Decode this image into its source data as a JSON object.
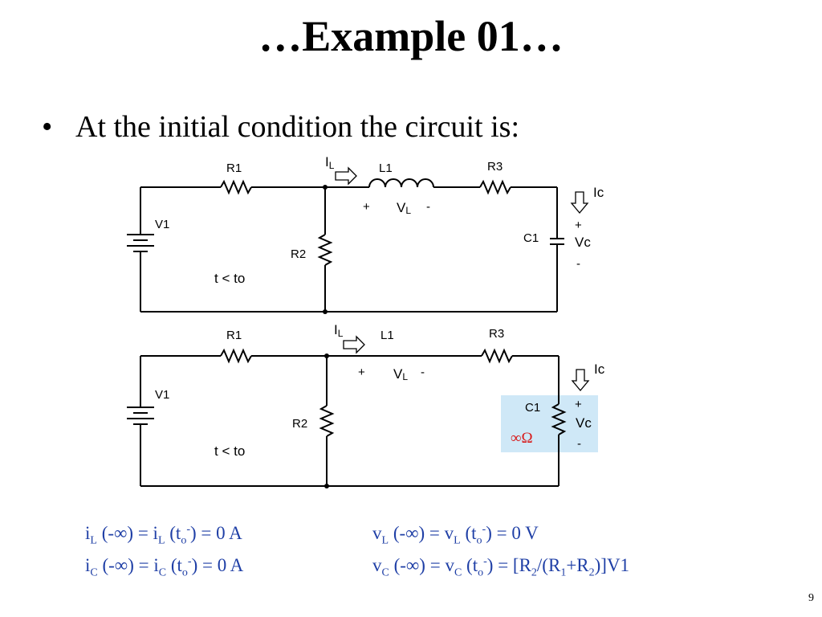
{
  "slide": {
    "title": "…Example 01…",
    "bullet": "At the initial condition the circuit is:",
    "page_number": "9"
  },
  "circuit1": {
    "r1": "R1",
    "il": "I",
    "il_sub": "L",
    "l1": "L1",
    "r3": "R3",
    "ic": "Ic",
    "v1": "V1",
    "r2": "R2",
    "c1": "C1",
    "vc": "Vc",
    "plus_l": "+",
    "vl": "V",
    "vl_sub": "L",
    "minus_l": "-",
    "plus_c": "+",
    "minus_c": "-",
    "time": "t < to"
  },
  "circuit2": {
    "r1": "R1",
    "il": "I",
    "il_sub": "L",
    "l1": "L1",
    "r3": "R3",
    "ic": "Ic",
    "v1": "V1",
    "r2": "R2",
    "c1": "C1",
    "vc": "Vc",
    "plus_l": "+",
    "vl": "V",
    "vl_sub": "L",
    "minus_l": "-",
    "plus_c": "+",
    "minus_c": "-",
    "time": "t < to",
    "infinite_ohm": "∞Ω"
  },
  "equations": {
    "iL": {
      "a": "i",
      "a_sub": "L",
      "b": " (-∞) = i",
      "b_sub": "L",
      "c": " (t",
      "c_sub": "o",
      "c_sup": "-",
      "d": ") = 0 A"
    },
    "iC": {
      "a": "i",
      "a_sub": "C",
      "b": " (-∞) = i",
      "b_sub": "C",
      "c": " (t",
      "c_sub": "o",
      "c_sup": "-",
      "d": ") = 0 A"
    },
    "vL": {
      "a": "v",
      "a_sub": "L",
      "b": " (-∞) = v",
      "b_sub": "L",
      "c": " (t",
      "c_sub": "o",
      "c_sup": "-",
      "d": ") = 0 V"
    },
    "vC": {
      "a": "v",
      "a_sub": "C",
      "b": " (-∞) = v",
      "b_sub": "C",
      "c": " (t",
      "c_sub": "o",
      "c_sup": "-",
      "d": ") = [R",
      "d_sub": "2",
      "e": "/(R",
      "e_sub": "1",
      "f": "+R",
      "f_sub": "2",
      "g": ")]V1"
    }
  },
  "colors": {
    "equation_text": "#1f3fa6",
    "highlight_box": "#cfe8f7",
    "infinite_ohm": "#d81b1b"
  }
}
